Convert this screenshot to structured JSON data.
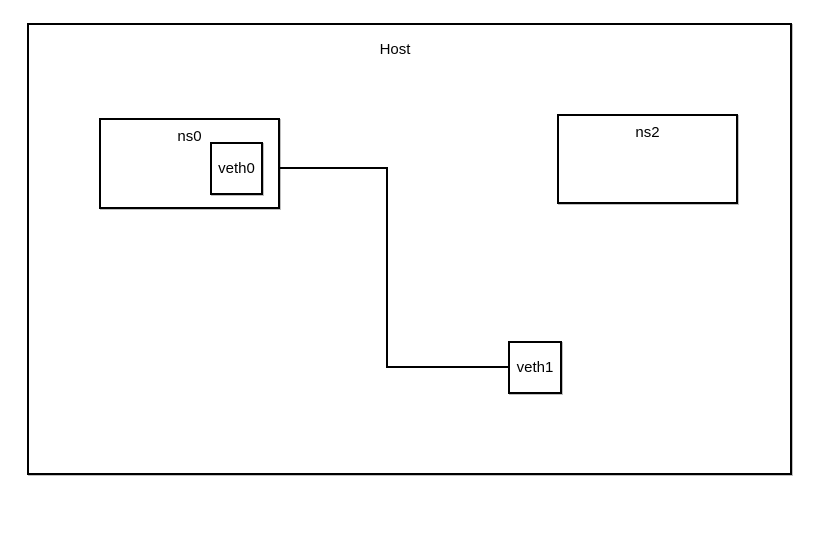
{
  "diagram": {
    "nodes": {
      "host": {
        "label": "Host"
      },
      "ns0": {
        "label": "ns0"
      },
      "ns2": {
        "label": "ns2"
      },
      "veth0": {
        "label": "veth0"
      },
      "veth1": {
        "label": "veth1"
      }
    },
    "edges": [
      {
        "from": "veth0",
        "to": "veth1"
      }
    ],
    "colors": {
      "border": "#000000",
      "background": "#ffffff",
      "text": "#000000"
    }
  }
}
